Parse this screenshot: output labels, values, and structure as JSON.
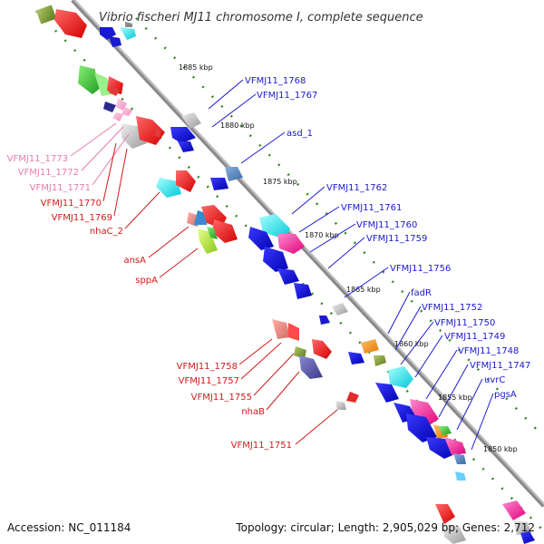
{
  "title": "Vibrio fischeri MJ11 chromosome I, complete sequence",
  "footer": {
    "accession": "Accession: NC_011184",
    "topology": "Topology: circular; Length: 2,905,029 bp; Genes: 2,712"
  },
  "colors": {
    "axis": "#8a8a8a",
    "tick": "#3a8a2a",
    "blue_label": "#1a1ad0",
    "red_label": "#d01a1a",
    "pink_label": "#e87ab0"
  },
  "ticks": [
    "1885 kbp",
    "1880 kbp",
    "1875 kbp",
    "1870 kbp",
    "1865 kbp",
    "1860 kbp",
    "1855 kbp",
    "1850 kbp"
  ],
  "right_labels": [
    "VFMJ11_1768",
    "VFMJ11_1767",
    "asd_1",
    "VFMJ11_1762",
    "VFMJ11_1761",
    "VFMJ11_1760",
    "VFMJ11_1759",
    "VFMJ11_1756",
    "fadR",
    "VFMJ11_1752",
    "VFMJ11_1750",
    "VFMJ11_1749",
    "VFMJ11_1748",
    "VFMJ11_1747",
    "uvrC",
    "pgsA"
  ],
  "left_labels": [
    "VFMJ11_1773",
    "VFMJ11_1772",
    "VFMJ11_1771",
    "VFMJ11_1770",
    "VFMJ11_1769",
    "nhaC_2",
    "ansA",
    "sppA",
    "VFMJ11_1758",
    "VFMJ11_1757",
    "VFMJ11_1755",
    "nhaB",
    "VFMJ11_1751"
  ]
}
